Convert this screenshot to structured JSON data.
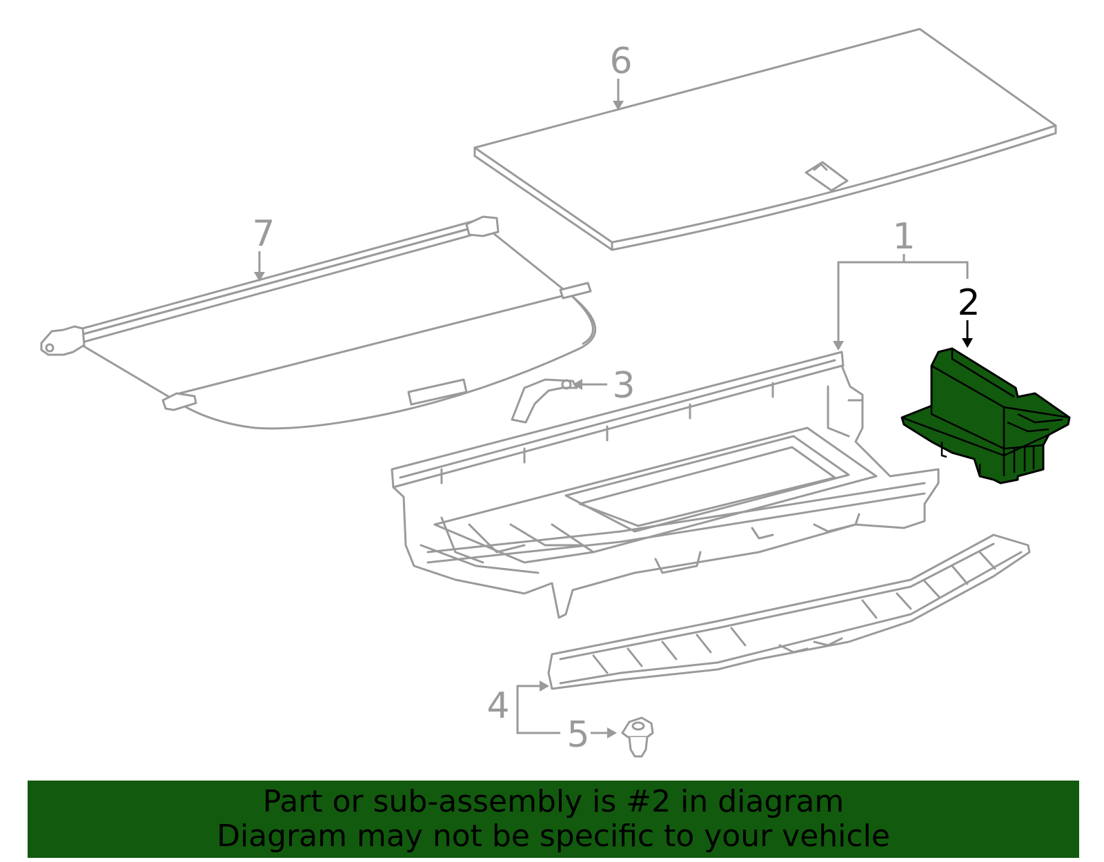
{
  "diagram": {
    "highlighted_part": "2",
    "colors": {
      "outline": "#9a9a9a",
      "highlight_fill": "#125a0e",
      "highlight_stroke": "#000000",
      "banner_bg": "#125a0e",
      "banner_text": "#000000"
    },
    "callouts": [
      {
        "id": "1",
        "label": "1",
        "part": "trunk-storage-tray-assembly"
      },
      {
        "id": "2",
        "label": "2",
        "part": "storage-box"
      },
      {
        "id": "3",
        "label": "3",
        "part": "clip"
      },
      {
        "id": "4",
        "label": "4",
        "part": "sill-scuff-plate"
      },
      {
        "id": "5",
        "label": "5",
        "part": "push-retainer"
      },
      {
        "id": "6",
        "label": "6",
        "part": "floor-board"
      },
      {
        "id": "7",
        "label": "7",
        "part": "cargo-cover"
      }
    ]
  },
  "banner": {
    "line1": "Part or sub-assembly is #2 in diagram",
    "line2": "Diagram may not be specific to your vehicle"
  }
}
